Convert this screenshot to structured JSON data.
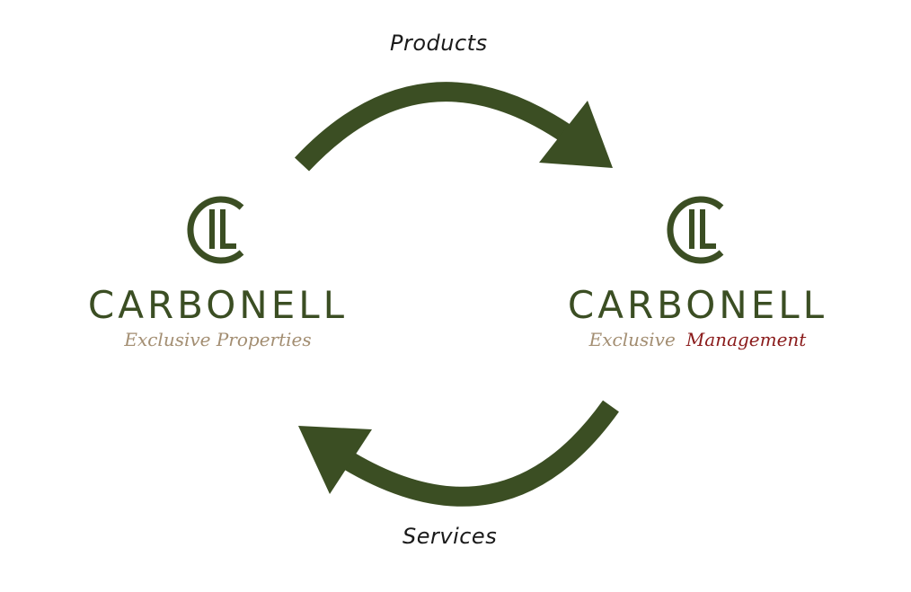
{
  "diagram": {
    "top_label": "Products",
    "bottom_label": "Services",
    "colors": {
      "arrow": "#3b4e23",
      "brand_green": "#3b4e23",
      "tan": "#a38e72",
      "red": "#8a1a1a"
    }
  },
  "left_logo": {
    "icon": "cl-monogram-icon",
    "wordmark": "CARBONELL",
    "tagline": "Exclusive Properties"
  },
  "right_logo": {
    "icon": "cl-monogram-icon",
    "wordmark": "CARBONELL",
    "tagline_part1": "Exclusive",
    "tagline_part2": "Management"
  }
}
